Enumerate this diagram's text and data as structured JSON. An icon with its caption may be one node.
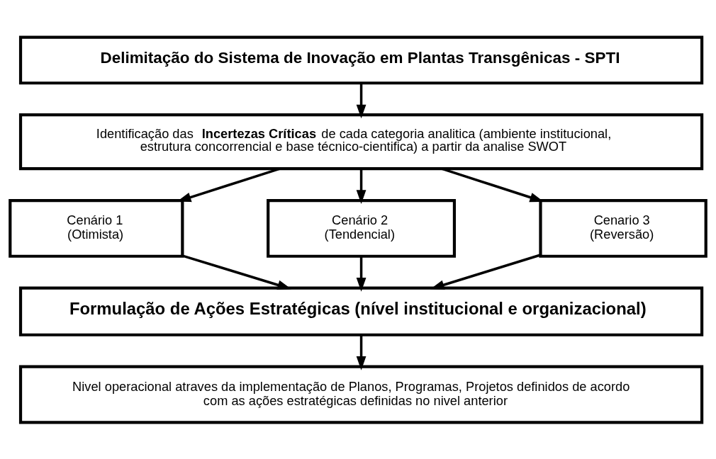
{
  "diagram": {
    "nodes": [
      {
        "text": [
          "Delimitação do Sistema de Inovação em Plantas Transgênicas - SPTI"
        ]
      },
      {
        "text": [
          "Identificação das **Incertezas Críticas** de cada categoria analitica (ambiente institucional, estrutura concorrencial e base técnico-cientifica) a partir da analise SWOT"
        ]
      },
      {
        "text": [
          "Cenário 1 (Otimista)"
        ]
      },
      {
        "text": [
          "Cenário 2 (Tendencial)"
        ]
      },
      {
        "text": [
          "Cenario 3 (Reversão)"
        ]
      },
      {
        "text": [
          "Formulação de Ações Estratégicas (nível institucional e organizacional)"
        ]
      },
      {
        "text": [
          "Nivel operacional atraves da implementação de Planos, Programas, Projetos definidos de acordo com as ações estratégicas definidas no nivel anterior"
        ]
      }
    ],
    "edges": [
      {
        "from": 0,
        "to": 1,
        "arrow": "to"
      },
      {
        "from": 1,
        "to": 2,
        "arrow": "to"
      },
      {
        "from": 1,
        "to": 3,
        "arrow": "to"
      },
      {
        "from": 1,
        "to": 4,
        "arrow": "to"
      },
      {
        "from": 2,
        "to": 5,
        "arrow": "to"
      },
      {
        "from": 3,
        "to": 5,
        "arrow": "to"
      },
      {
        "from": 4,
        "to": 5,
        "arrow": "to"
      },
      {
        "from": 5,
        "to": 6,
        "arrow": "to"
      }
    ]
  }
}
